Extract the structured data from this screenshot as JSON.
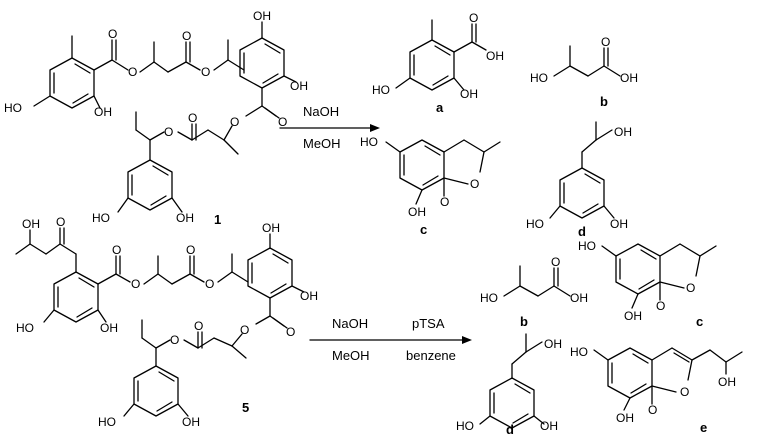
{
  "labels": {
    "c1": "1",
    "c5": "5",
    "a": "a",
    "b_top": "b",
    "c_top": "c",
    "d_top": "d",
    "b_bot": "b",
    "c_bot": "c",
    "d_bot": "d",
    "e": "e"
  },
  "reagents": {
    "top_above": "NaOH",
    "top_below": "MeOH",
    "bot1_above": "NaOH",
    "bot1_below": "MeOH",
    "bot2_above": "pTSA",
    "bot2_below": "benzene"
  },
  "atoms": {
    "oh": "OH",
    "ho": "HO",
    "o": "O"
  }
}
